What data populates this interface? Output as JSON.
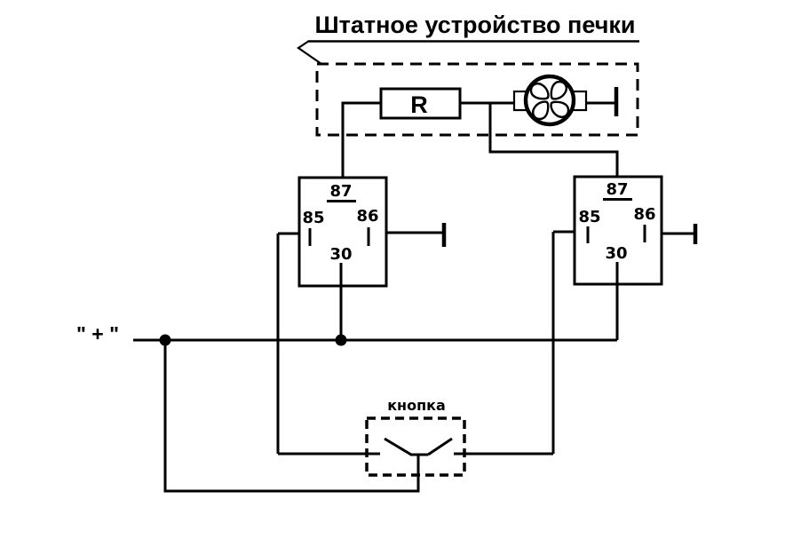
{
  "diagram": {
    "colors": {
      "line": "#000000",
      "background": "#ffffff"
    },
    "title": "Штатное устройство печки",
    "supply_label": "\" + \"",
    "heater_unit": {
      "resistor_label": "R",
      "fan_icon": "fan-blower-icon"
    },
    "button_label": "кнопка",
    "relays": [
      {
        "pin_top": "87",
        "pin_left": "85",
        "pin_right": "86",
        "pin_bottom": "30"
      },
      {
        "pin_top": "87",
        "pin_left": "85",
        "pin_right": "86",
        "pin_bottom": "30"
      }
    ]
  }
}
